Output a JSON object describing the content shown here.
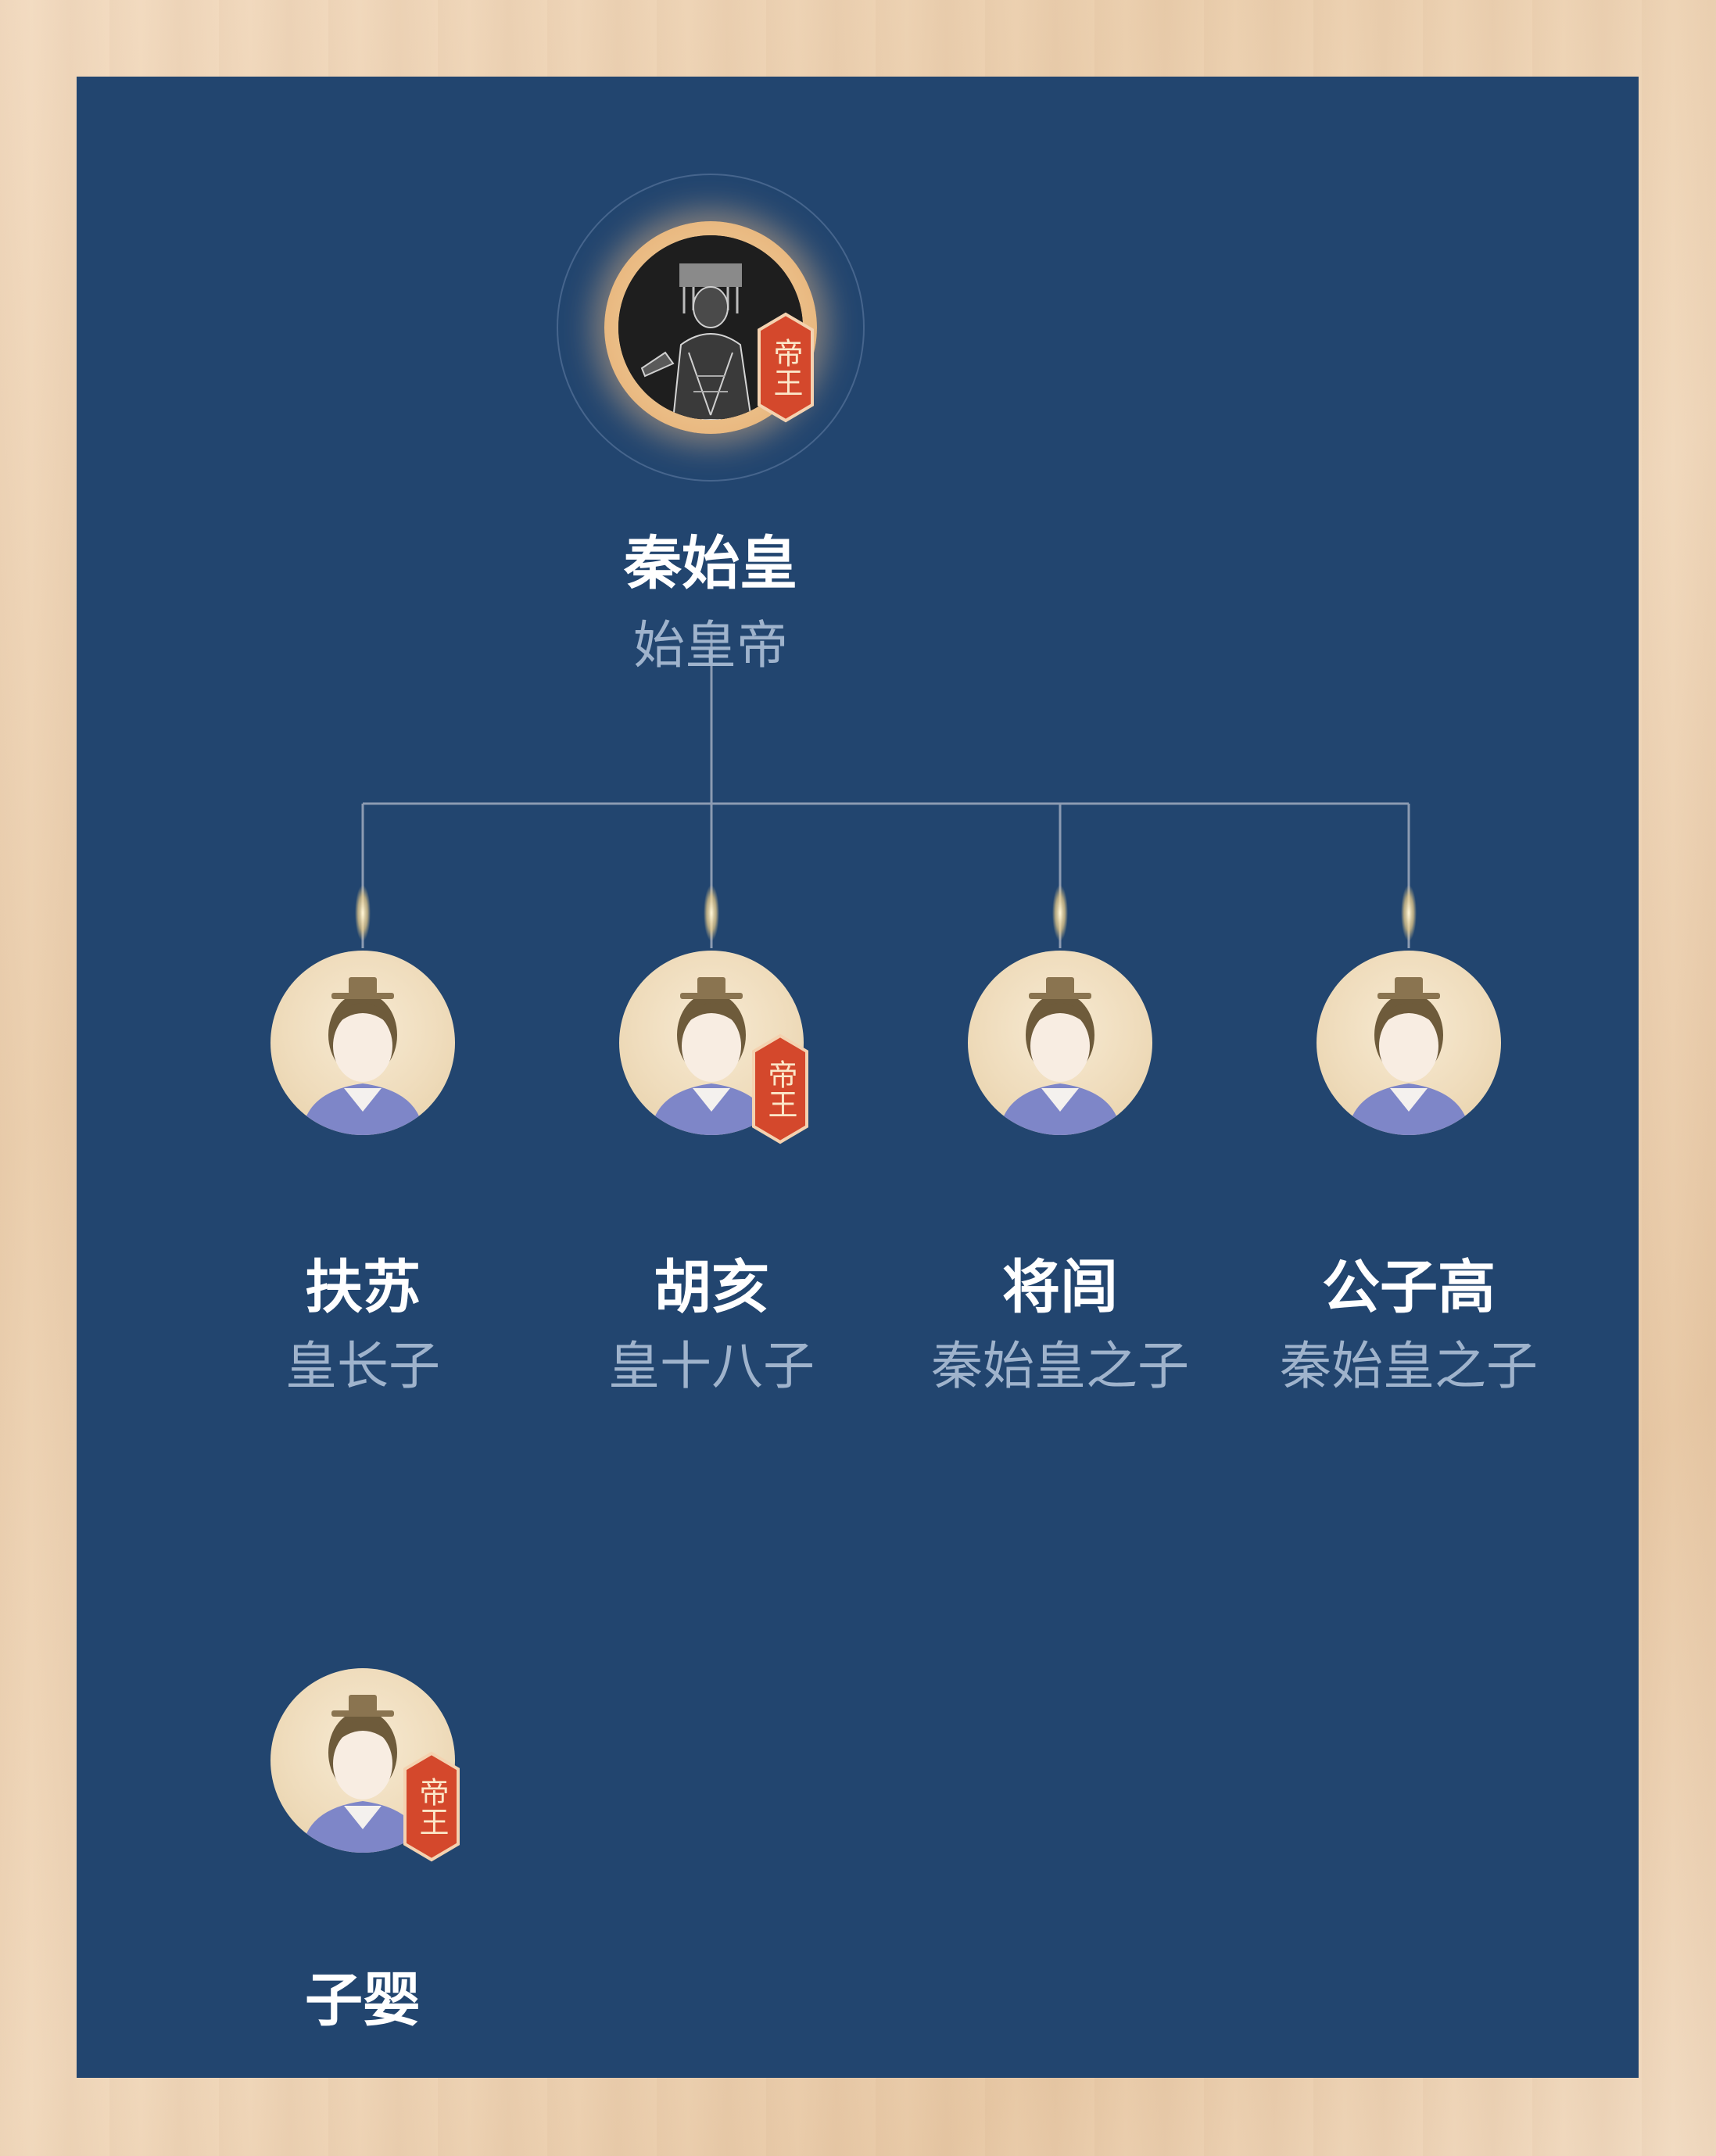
{
  "root": {
    "name": "秦始皇",
    "title": "始皇帝",
    "badge": "帝王"
  },
  "children": [
    {
      "name": "扶苏",
      "title": "皇长子",
      "badge": ""
    },
    {
      "name": "胡亥",
      "title": "皇十八子",
      "badge": "帝王"
    },
    {
      "name": "将闾",
      "title": "秦始皇之子",
      "badge": ""
    },
    {
      "name": "公子高",
      "title": "秦始皇之子",
      "badge": ""
    }
  ],
  "grandchild": {
    "name": "子婴",
    "title": "",
    "badge": "帝王"
  },
  "colors": {
    "panel": "#22456f",
    "badge": "#d4482c",
    "connector": "#8c9bb2"
  }
}
